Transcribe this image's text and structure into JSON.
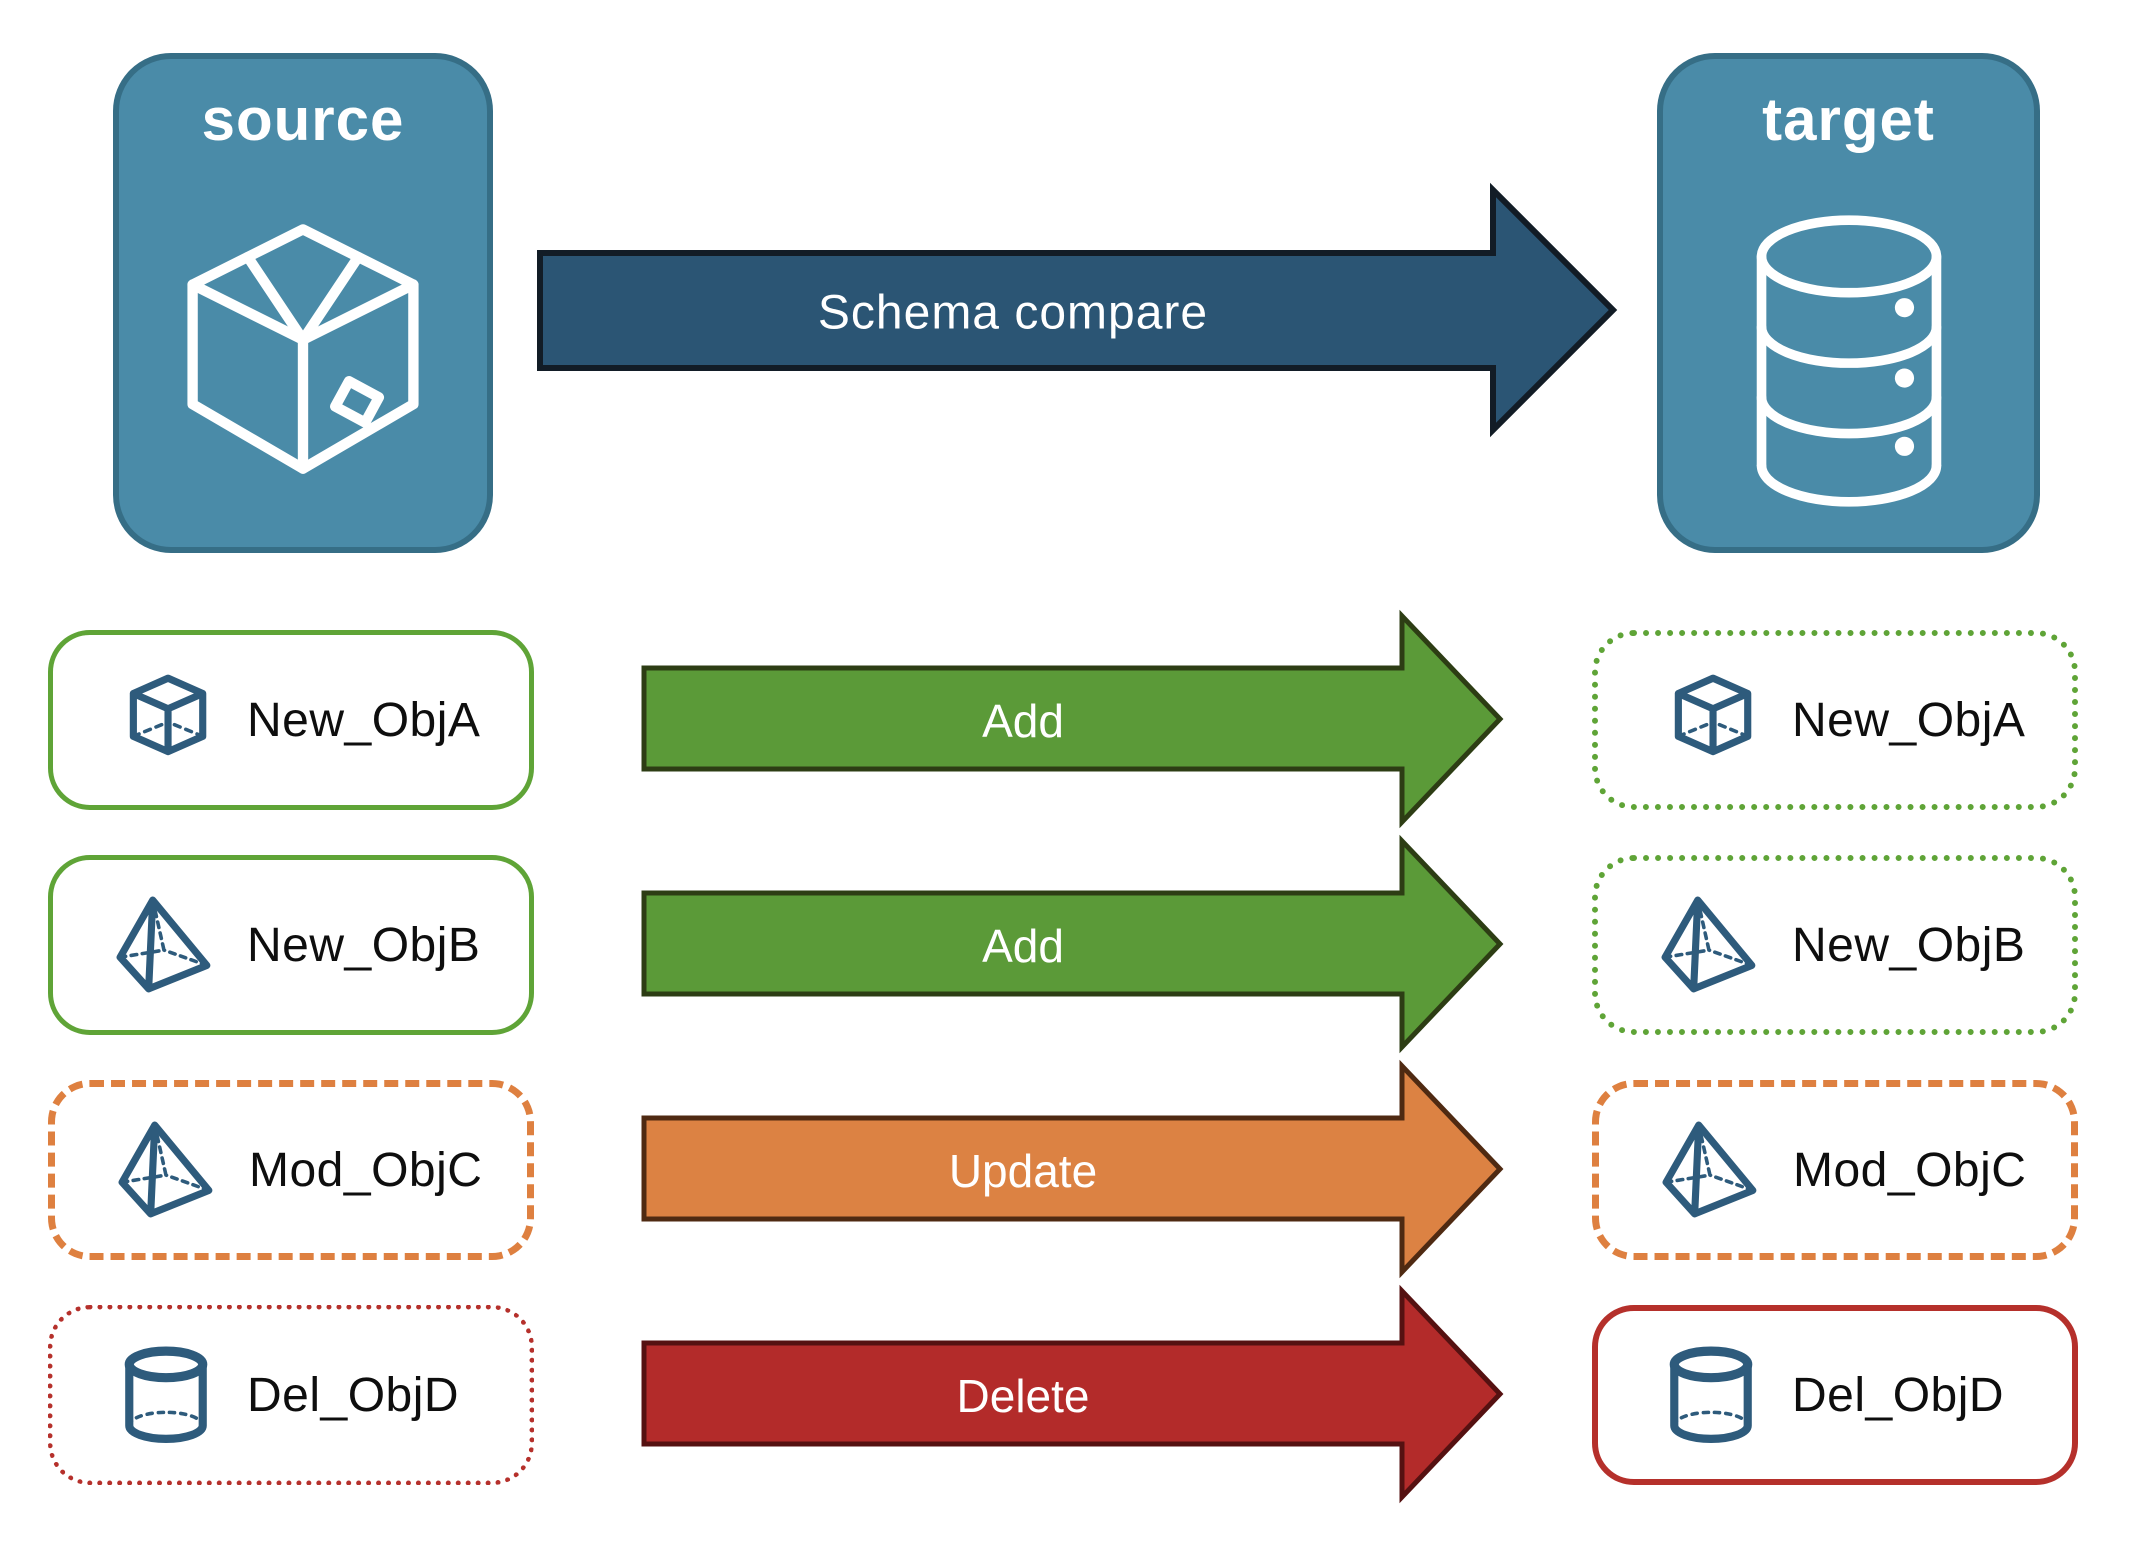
{
  "source_panel": {
    "title": "source",
    "icon": "package-icon"
  },
  "target_panel": {
    "title": "target",
    "icon": "database-icon"
  },
  "compare_arrow": {
    "label": "Schema compare"
  },
  "rows": [
    {
      "label": "New_ObjA",
      "action": "Add",
      "icon": "cube-icon",
      "left_style": "solid-green",
      "right_style": "dotted-green",
      "arrow_color": "green"
    },
    {
      "label": "New_ObjB",
      "action": "Add",
      "icon": "pyramid-icon",
      "left_style": "solid-green",
      "right_style": "dotted-green",
      "arrow_color": "green"
    },
    {
      "label": "Mod_ObjC",
      "action": "Update",
      "icon": "pyramid-icon",
      "left_style": "dashed-orange",
      "right_style": "dashed-orange",
      "arrow_color": "orange"
    },
    {
      "label": "Del_ObjD",
      "action": "Delete",
      "icon": "cylinder-icon",
      "left_style": "dotted-red",
      "right_style": "solid-red",
      "arrow_color": "red"
    }
  ],
  "colors": {
    "panel_fill": "#4A8BA8",
    "panel_border": "#366E86",
    "compare_fill": "#2B5574",
    "compare_border": "#121C26",
    "green_fill": "#5B9A38",
    "green_border": "#2D3D14",
    "green_outline": "#5FA437",
    "orange_fill": "#DC8243",
    "orange_border": "#4F2A12",
    "orange_outline": "#DE8040",
    "red_fill": "#B32B2A",
    "red_border": "#551111",
    "red_outline": "#B5302B",
    "icon_blue": "#2E5B7C",
    "label_text": "#0E0E0E",
    "arrow_text": "#FFFFFF"
  }
}
